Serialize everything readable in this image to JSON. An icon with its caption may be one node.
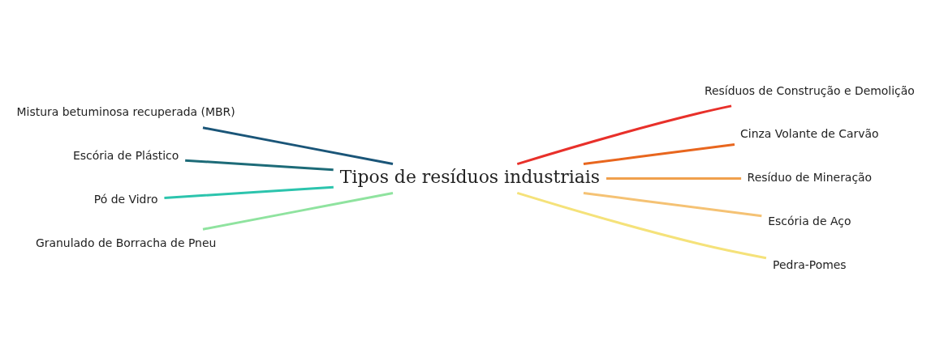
{
  "diagram": {
    "nodes": [
      {
        "text": [
          "Tipos de resíduos industriais"
        ]
      },
      {
        "text": [
          "Mistura betuminosa recuperada (MBR)"
        ]
      },
      {
        "text": [
          "Escória de Plástico"
        ]
      },
      {
        "text": [
          "Pó de Vidro"
        ]
      },
      {
        "text": [
          "Granulado de Borracha de Pneu"
        ]
      },
      {
        "text": [
          "Resíduos de Construção e Demolição"
        ]
      },
      {
        "text": [
          "Cinza Volante de Carvão"
        ]
      },
      {
        "text": [
          "Resíduo de Mineração"
        ]
      },
      {
        "text": [
          "Escória de Aço"
        ]
      },
      {
        "text": [
          "Pedra-Pomes"
        ]
      }
    ],
    "edges": [
      {
        "from": 0,
        "to": 1,
        "arrow": "none",
        "color": "#1a5578"
      },
      {
        "from": 0,
        "to": 2,
        "arrow": "none",
        "color": "#1d6b78"
      },
      {
        "from": 0,
        "to": 3,
        "arrow": "none",
        "color": "#2cc4ad"
      },
      {
        "from": 0,
        "to": 4,
        "arrow": "none",
        "color": "#8fe39f"
      },
      {
        "from": 0,
        "to": 5,
        "arrow": "none",
        "color": "#e8302a"
      },
      {
        "from": 0,
        "to": 6,
        "arrow": "none",
        "color": "#e8661e"
      },
      {
        "from": 0,
        "to": 7,
        "arrow": "none",
        "color": "#f0a04c"
      },
      {
        "from": 0,
        "to": 8,
        "arrow": "none",
        "color": "#f5c274"
      },
      {
        "from": 0,
        "to": 9,
        "arrow": "none",
        "color": "#f5e27a"
      }
    ]
  }
}
